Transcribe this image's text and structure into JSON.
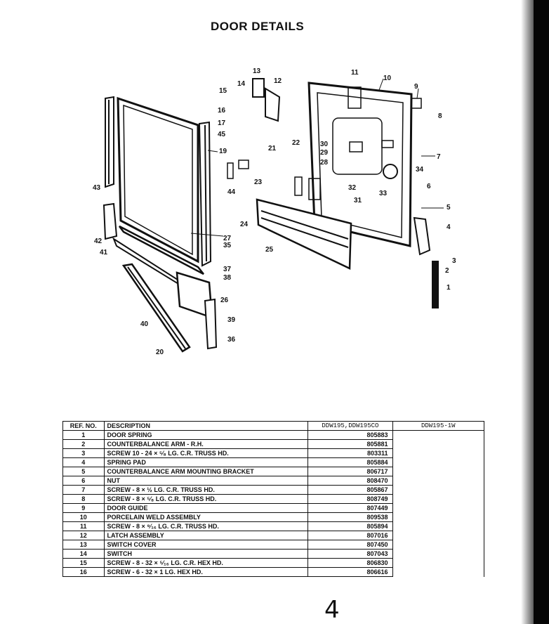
{
  "title": "DOOR DETAILS",
  "table": {
    "headers": {
      "ref": "REF. NO.",
      "description": "DESCRIPTION",
      "model1": "DDW195,DDW195CO",
      "model2": "DDW195-1W"
    },
    "rows": [
      {
        "ref": "1",
        "description": "DOOR SPRING",
        "part": "805883"
      },
      {
        "ref": "2",
        "description": "COUNTERBALANCE ARM - R.H.",
        "part": "805881"
      },
      {
        "ref": "3",
        "description": "SCREW 10 - 24 × ⁵⁄₈ LG. C.R. TRUSS HD.",
        "part": "803311"
      },
      {
        "ref": "4",
        "description": "SPRING PAD",
        "part": "805884"
      },
      {
        "ref": "5",
        "description": "COUNTERBALANCE ARM MOUNTING BRACKET",
        "part": "806717"
      },
      {
        "ref": "6",
        "description": "NUT",
        "part": "808470"
      },
      {
        "ref": "7",
        "description": "SCREW - 8 × ½ LG. C.R. TRUSS HD.",
        "part": "805867"
      },
      {
        "ref": "8",
        "description": "SCREW - 8 × ⁵⁄₈ LG. C.R. TRUSS HD.",
        "part": "808749"
      },
      {
        "ref": "9",
        "description": "DOOR GUIDE",
        "part": "807449"
      },
      {
        "ref": "10",
        "description": "PORCELAIN WELD ASSEMBLY",
        "part": "809538"
      },
      {
        "ref": "11",
        "description": "SCREW - 8 × ⁹⁄₁₆ LG. C.R. TRUSS HD.",
        "part": "805894"
      },
      {
        "ref": "12",
        "description": "LATCH ASSEMBLY",
        "part": "807016"
      },
      {
        "ref": "13",
        "description": "SWITCH COVER",
        "part": "807450"
      },
      {
        "ref": "14",
        "description": "SWITCH",
        "part": "807043"
      },
      {
        "ref": "15",
        "description": "SCREW - 8 - 32 × ⁵⁄₁₆ LG. C.R. HEX HD.",
        "part": "806830"
      },
      {
        "ref": "16",
        "description": "SCREW - 6 - 32 × 1 LG. HEX HD.",
        "part": "806616"
      }
    ]
  },
  "callouts": [
    "1",
    "2",
    "3",
    "4",
    "5",
    "6",
    "7",
    "8",
    "9",
    "10",
    "11",
    "12",
    "13",
    "14",
    "15",
    "16",
    "17",
    "19",
    "20",
    "21",
    "22",
    "23",
    "24",
    "25",
    "26",
    "27",
    "28",
    "29",
    "30",
    "31",
    "32",
    "33",
    "34",
    "35",
    "36",
    "37",
    "38",
    "39",
    "40",
    "41",
    "42",
    "43",
    "44",
    "45"
  ],
  "page_mark": "4"
}
